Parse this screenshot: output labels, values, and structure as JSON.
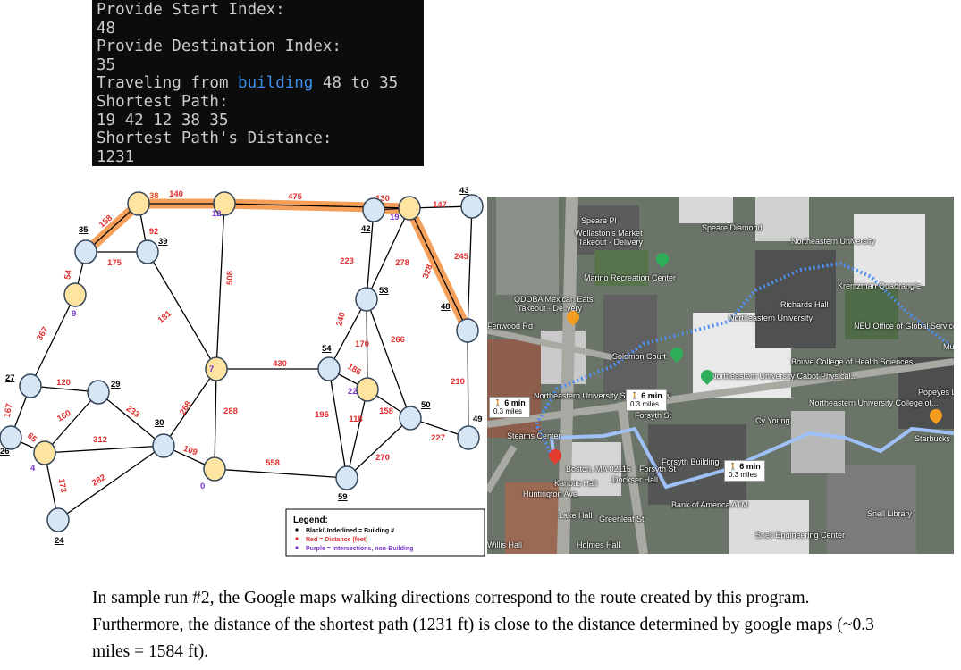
{
  "terminal": {
    "lines": [
      "Provide Start Index:",
      "48",
      "Provide Destination Index:",
      "35",
      "Shortest Path:",
      "19 42 12 38 35",
      "Shortest Path's Distance:",
      "1231"
    ],
    "traveling_pre": "Traveling from ",
    "traveling_kw": "building",
    "traveling_post": " 48 to 35"
  },
  "graph": {
    "nodes": [
      {
        "id": "38",
        "cls": "intersection",
        "label": "38",
        "underline": false,
        "color": "#e05020"
      },
      {
        "id": "12",
        "cls": "intersection",
        "label": "12",
        "underline": false,
        "color": "#7a35c9"
      },
      {
        "id": "19",
        "cls": "intersection",
        "label": "19",
        "underline": false,
        "color": "#7a35c9"
      },
      {
        "id": "35",
        "cls": "building",
        "label": "35",
        "underline": true,
        "color": "#000000"
      },
      {
        "id": "39",
        "cls": "building",
        "label": "39",
        "underline": true,
        "color": "#000000"
      },
      {
        "id": "42",
        "cls": "building",
        "label": "42",
        "underline": true,
        "color": "#000000"
      },
      {
        "id": "43",
        "cls": "building",
        "label": "43",
        "underline": true,
        "color": "#000000"
      },
      {
        "id": "48",
        "cls": "building",
        "label": "48",
        "underline": true,
        "color": "#000000"
      },
      {
        "id": "53",
        "cls": "building",
        "label": "53",
        "underline": true,
        "color": "#000000"
      },
      {
        "id": "9",
        "cls": "intersection",
        "label": "9",
        "underline": false,
        "color": "#7a35c9"
      },
      {
        "id": "7",
        "cls": "intersection",
        "label": "7",
        "underline": false,
        "color": "#7a35c9"
      },
      {
        "id": "54",
        "cls": "building",
        "label": "54",
        "underline": true,
        "color": "#000000"
      },
      {
        "id": "22",
        "cls": "intersection",
        "label": "22",
        "underline": false,
        "color": "#7a35c9"
      },
      {
        "id": "50",
        "cls": "building",
        "label": "50",
        "underline": true,
        "color": "#000000"
      },
      {
        "id": "49",
        "cls": "building",
        "label": "49",
        "underline": true,
        "color": "#000000"
      },
      {
        "id": "27",
        "cls": "building",
        "label": "27",
        "underline": true,
        "color": "#000000"
      },
      {
        "id": "29",
        "cls": "building",
        "label": "29",
        "underline": true,
        "color": "#000000"
      },
      {
        "id": "30",
        "cls": "building",
        "label": "30",
        "underline": true,
        "color": "#000000"
      },
      {
        "id": "26",
        "cls": "building",
        "label": "26",
        "underline": true,
        "color": "#000000"
      },
      {
        "id": "4",
        "cls": "intersection",
        "label": "4",
        "underline": false,
        "color": "#7a35c9"
      },
      {
        "id": "0",
        "cls": "intersection",
        "label": "0",
        "underline": false,
        "color": "#7a35c9"
      },
      {
        "id": "59",
        "cls": "building",
        "label": "59",
        "underline": true,
        "color": "#000000"
      },
      {
        "id": "24",
        "cls": "building",
        "label": "24",
        "underline": true,
        "color": "#000000"
      }
    ],
    "edges": [
      {
        "a": "38",
        "b": "12",
        "d": "140",
        "path": true
      },
      {
        "a": "12",
        "b": "19",
        "d": "475",
        "path": true
      },
      {
        "a": "19",
        "b": "42",
        "d": "130",
        "path": true
      },
      {
        "a": "19",
        "b": "43",
        "d": "147",
        "path": false
      },
      {
        "a": "38",
        "b": "35",
        "d": "158",
        "path": true
      },
      {
        "a": "38",
        "b": "39",
        "d": "92",
        "path": false
      },
      {
        "a": "35",
        "b": "39",
        "d": "175",
        "path": false
      },
      {
        "a": "19",
        "b": "48",
        "d": "328",
        "path": true
      },
      {
        "a": "43",
        "b": "48",
        "d": "245",
        "path": false
      },
      {
        "a": "12",
        "b": "7",
        "d": "508",
        "path": false
      },
      {
        "a": "42",
        "b": "53",
        "d": "223",
        "path": false
      },
      {
        "a": "19",
        "b": "53",
        "d": "278",
        "path": false
      },
      {
        "a": "35",
        "b": "9",
        "d": "54",
        "path": false
      },
      {
        "a": "39",
        "b": "7",
        "d": "181",
        "path": false
      },
      {
        "a": "9",
        "b": "27",
        "d": "367",
        "path": false
      },
      {
        "a": "53",
        "b": "54",
        "d": "240",
        "path": false
      },
      {
        "a": "53",
        "b": "22",
        "d": "170",
        "path": false
      },
      {
        "a": "53",
        "b": "50",
        "d": "266",
        "path": false
      },
      {
        "a": "48",
        "b": "49",
        "d": "210",
        "path": false
      },
      {
        "a": "7",
        "b": "54",
        "d": "430",
        "path": false
      },
      {
        "a": "54",
        "b": "22",
        "d": "186",
        "path": false
      },
      {
        "a": "54",
        "b": "59",
        "d": "195",
        "path": false
      },
      {
        "a": "22",
        "b": "59",
        "d": "118",
        "path": false
      },
      {
        "a": "22",
        "b": "50",
        "d": "158",
        "path": false
      },
      {
        "a": "50",
        "b": "49",
        "d": "227",
        "path": false
      },
      {
        "a": "50",
        "b": "59",
        "d": "270",
        "path": false
      },
      {
        "a": "7",
        "b": "30",
        "d": "268",
        "path": false
      },
      {
        "a": "7",
        "b": "0",
        "d": "288",
        "path": false
      },
      {
        "a": "27",
        "b": "29",
        "d": "120",
        "path": false
      },
      {
        "a": "29",
        "b": "30",
        "d": "233",
        "path": false
      },
      {
        "a": "29",
        "b": "4",
        "d": "160",
        "path": false
      },
      {
        "a": "27",
        "b": "26",
        "d": "167",
        "path": false
      },
      {
        "a": "26",
        "b": "4",
        "d": "65",
        "path": false
      },
      {
        "a": "4",
        "b": "30",
        "d": "312",
        "path": false
      },
      {
        "a": "30",
        "b": "0",
        "d": "109",
        "path": false
      },
      {
        "a": "0",
        "b": "59",
        "d": "558",
        "path": false
      },
      {
        "a": "4",
        "b": "24",
        "d": "173",
        "path": false
      },
      {
        "a": "30",
        "b": "24",
        "d": "282",
        "path": false
      }
    ],
    "legend": {
      "title": "Legend:",
      "items": [
        {
          "text": "Black/Underlined = Building #",
          "color": "#000000"
        },
        {
          "text": "Red = Distance (feet)",
          "color": "#e03030"
        },
        {
          "text": "Purple = Intersections, non-Building",
          "color": "#7a35c9"
        }
      ]
    },
    "colors": {
      "building_fill": "#d6e6f5",
      "intersection_fill": "#ffe3a0",
      "path_highlight": "#f4a05a",
      "distance_label": "#e03030"
    }
  },
  "map": {
    "labels": [
      "Speare Pl",
      "Wollaston's Market",
      "Takeout · Delivery",
      "Speare Diamond",
      "Northeastern University",
      "Marino Recreation Center",
      "QDOBA Mexican Eats",
      "Takeout · Delivery",
      "Richards Hall",
      "Northeastern University",
      "Krentzman Quadrangle",
      "NEU Office of Global Services",
      "Fenwood Rd",
      "Solomon Court",
      "Bouve College of Health Sciences",
      "Northeastern University Cabot Physical...",
      "Northeastern University School of Law",
      "Northeastern University College of...",
      "Popeyes Louisiana Takeout",
      "Cy Young",
      "Starbucks",
      "Stearns Center",
      "Boston, MA 02115",
      "Kariotis Hall",
      "Forsyth Building",
      "Forsyth St",
      "Huntington Ave",
      "Lake Hall",
      "Greenleaf St",
      "Bank of America ATM",
      "Snell Library",
      "Snell Engineering Center",
      "Willis Hall",
      "Holmes Hall",
      "Forsyth St",
      "Dockser Hall",
      "Mugar Life Sciences"
    ],
    "walk_boxes": [
      {
        "time": "6 min",
        "dist": "0.3 miles"
      },
      {
        "time": "6 min",
        "dist": "0.3 miles"
      },
      {
        "time": "6 min",
        "dist": "0.3 miles"
      }
    ],
    "colors": {
      "route_dotted": "#4f8ff0",
      "route_solid": "#9fc1f7",
      "pin_red": "#e33b2f",
      "pin_green": "#2fae5a",
      "pin_orange": "#f39c20"
    }
  },
  "caption": "In sample run #2, the Google maps walking directions correspond to the route created by this program. Furthermore, the distance of the shortest path (1231 ft) is close to the distance determined by google maps (~0.3 miles = 1584 ft)."
}
